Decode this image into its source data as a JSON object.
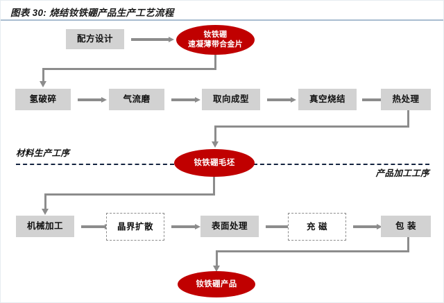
{
  "figure": {
    "title": "图表 30: 烧结钕铁硼产品生产工艺流程",
    "accent_red": "#c00000",
    "box_gray": "#d2d2d2",
    "connector_gray": "#8c8c8c",
    "divider_navy": "#13233f",
    "title_rule": "#a8bcd0"
  },
  "nodes": {
    "formula_design": "配方设计",
    "strip_alloy_line1": "钕铁硼",
    "strip_alloy_line2": "速凝薄带合金片",
    "hydrogen_crush": "氢破碎",
    "jet_mill": "气流磨",
    "oriented_forming": "取向成型",
    "vacuum_sinter": "真空烧结",
    "heat_treatment": "热处理",
    "blank": "钕铁硼毛坯",
    "machining": "机械加工",
    "grain_boundary_diffusion": "晶界扩散",
    "surface_treatment": "表面处理",
    "magnetizing": "充 磁",
    "packaging": "包 装",
    "final_product": "钕铁硼产品"
  },
  "stage_labels": {
    "material_production": "材料生产工序",
    "product_processing": "产品加工工序"
  }
}
